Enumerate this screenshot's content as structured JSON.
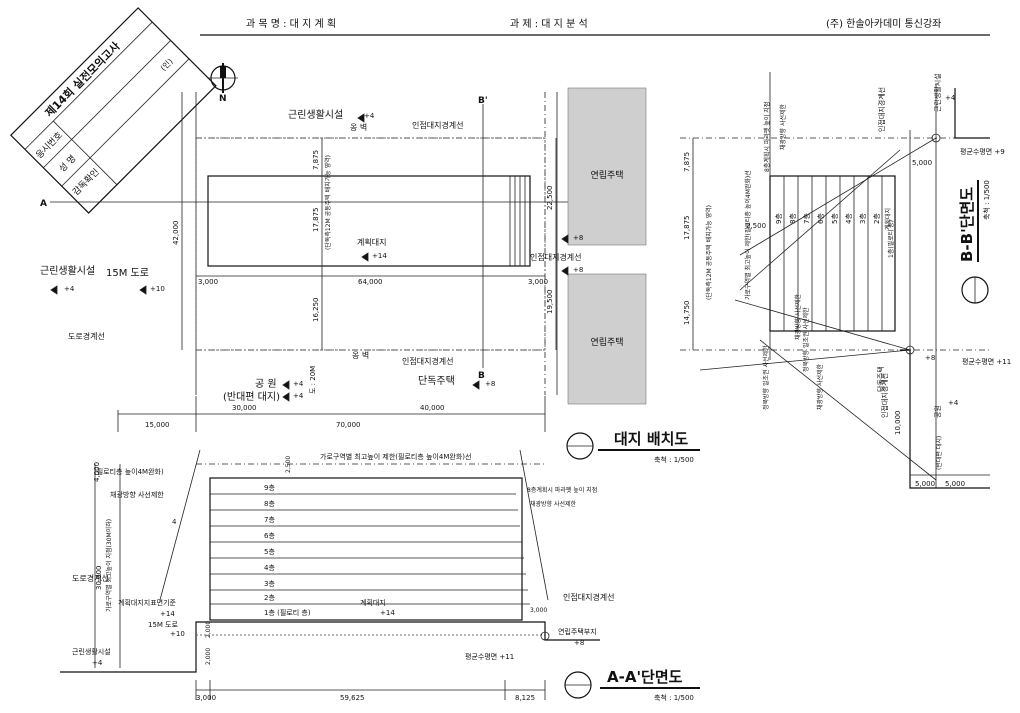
{
  "stamp": {
    "title": "제14회 실전모의고사",
    "rows": [
      "응시번호",
      "성 명",
      "감독확인"
    ],
    "seal": "(인)"
  },
  "header": {
    "subject": "과 목 명 : 대 지 계 획",
    "task": "과 제 : 대 지 분 석",
    "academy": "(주) 한솔아카데미  통신강좌"
  },
  "site_plan": {
    "north": "N",
    "title": "대지 배치도",
    "scale": "축척 : 1/500",
    "labels": {
      "commercial_top": "근린생활시설",
      "commercial_top_level": "+4",
      "retaining_top": "옹 벽",
      "adjacent_top": "인접대지경계선",
      "row_house_top": "연립주택",
      "row_house_bottom": "연립주택",
      "adjacent_right": "인접대지경계선",
      "level_right_top": "+8",
      "level_right_mid": "+8",
      "commercial_left": "근린생활시설",
      "commercial_left_level": "+4",
      "road": "15M 도로",
      "road_level": "+10",
      "site": "계획대지",
      "site_level": "+14",
      "road_boundary": "도로경계선",
      "retaining_bottom": "옹 벽",
      "adjacent_bottom": "인접대지경계선",
      "park": "공 원",
      "park_sub": "(반대편 대지)",
      "park_level1": "+4",
      "park_level2": "+4",
      "single_house": "단독주택",
      "single_level": "+8",
      "road20": "도 : 20M",
      "limit_vertical": "(단독측12M 공동주택 배치가능 영역)",
      "section_a": "A",
      "section_a2": "A'",
      "section_b": "B'",
      "section_b2": "B"
    },
    "dims": {
      "d7875": "7,875",
      "d17875": "17,875",
      "d42000": "42,000",
      "d16250": "16,250",
      "d22500": "22,500",
      "d19500": "19,500",
      "d3000a": "3,000",
      "d64000": "64,000",
      "d3000b": "3,000",
      "d15000": "15,000",
      "d30000": "30,000",
      "d40000": "40,000",
      "d70000": "70,000"
    }
  },
  "section_aa": {
    "title": "A-A'단면도",
    "scale": "축척 : 1/500",
    "top_note": "가로구역별 최고높이 제한(필로티층 높이4M완화)선",
    "pilotis_note": "(필로티층 높이4M완화)",
    "d4000": "4,000",
    "d2500": "2,500",
    "d30000": "30,000",
    "vertical_note": "가로구역별 최고높이 지점(30M이하)",
    "floors": [
      "9층",
      "8층",
      "7층",
      "6층",
      "5층",
      "4층",
      "3층",
      "2층",
      "1층 (필로티 층)"
    ],
    "note_8f": "8층계획시 파라펫 높이 지점",
    "note_light1": "채광방향 사선제한",
    "note_light2": "채광방향 사선제한",
    "ratio": "4",
    "road_boundary": "도로경계선",
    "site_ground": "계획대지지표면기준",
    "site_level": "+14",
    "road": "15M 도로",
    "road_level": "+10",
    "site": "계획대지",
    "site_level2": "+14",
    "commercial": "근린생활시설",
    "commercial_level": "+4",
    "adjacent": "인접대지경계선",
    "d3000r": "3,000",
    "row_house": "연립주택부지",
    "row_level": "+8",
    "avg_level": "평균수평면 +11",
    "d2000a": "2,000",
    "d2000b": "2,000",
    "d3000": "3,000",
    "d59625": "59,625",
    "d8125": "8,125"
  },
  "section_bb": {
    "title": "B-B'단면도",
    "scale": "축척 : 1/500",
    "adjacent_top": "인접대지경계선",
    "commercial": "근린생활시설",
    "commercial_level": "+4",
    "avg_top": "평균수평면 +9",
    "d5000a": "5,000",
    "d7875": "7,875",
    "d17875": "17,875",
    "d14750": "14,750",
    "d2500": "2,500",
    "d10000": "10,000",
    "d5000b": "5,000",
    "d5000c": "5,000",
    "floors": [
      "9층",
      "8층",
      "7층",
      "6층",
      "5층",
      "4층",
      "3층",
      "2층",
      "1층(필로티 층)"
    ],
    "site": "계획대지",
    "note_parapet": "8층계획시 파라펫 높이 지점",
    "note_light": "채광방향 사선제한",
    "note_height_limit": "가로구역별 최고높이 제한(필로티층 높이4M완화)선",
    "note_area": "(단독측12M 공동주택 배치가능 영역)",
    "note_light_s1": "정북방향 일조권 사선제한",
    "note_light_s2": "정북방향 일조권 사선제한",
    "note_light_s3": "채광방향 사선제한",
    "note_light_s4": "채광방향 사선제한",
    "single_house": "단독주택",
    "single_level": "+8",
    "avg_bottom": "평균수평면 +11",
    "adjacent_bottom": "인접대지경계선",
    "park": "공원",
    "park_level": "+4",
    "park_sub": "(반대편 대지)"
  }
}
